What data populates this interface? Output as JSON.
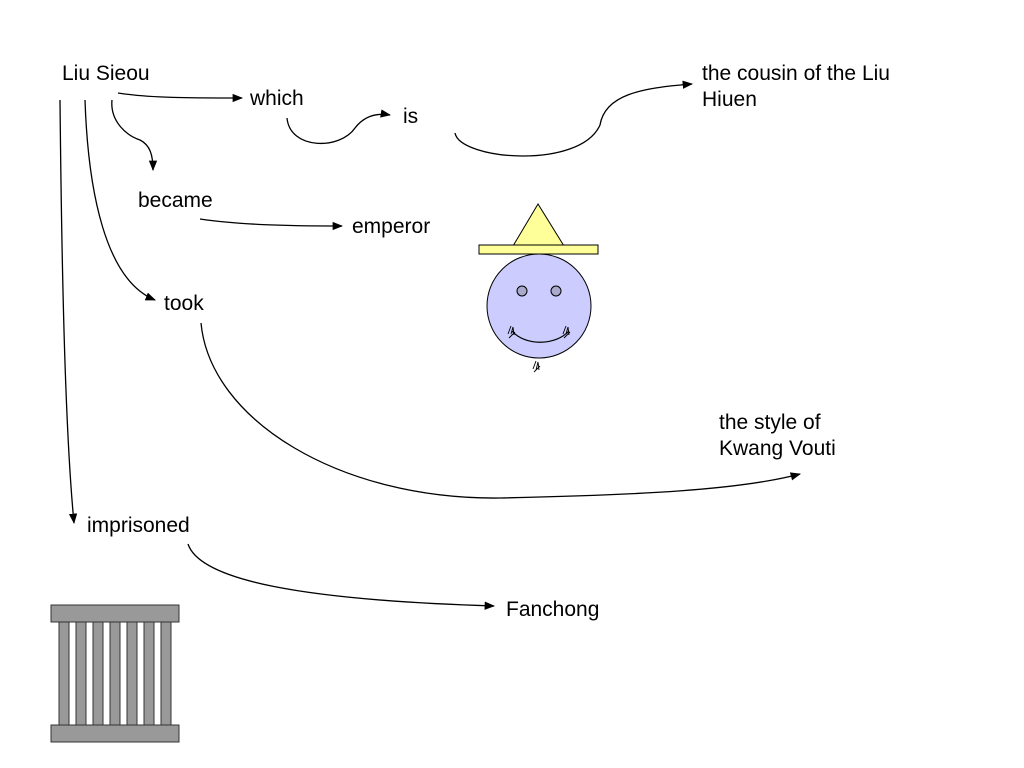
{
  "nodes": {
    "liu_sieou": "Liu Sieou",
    "which": "which",
    "is": "is",
    "cousin": "the cousin of the Liu\nHiuen",
    "became": "became",
    "emperor": "emperor",
    "took": "took",
    "style": "the style of\nKwang Vouti",
    "imprisoned": "imprisoned",
    "fanchong": "Fanchong"
  },
  "colors": {
    "line": "#000000",
    "hat_fill": "#ffff99",
    "face_fill": "#ccccff",
    "cage_fill": "#999999"
  },
  "icons": [
    "emperor-face-icon",
    "jail-cage-icon"
  ]
}
